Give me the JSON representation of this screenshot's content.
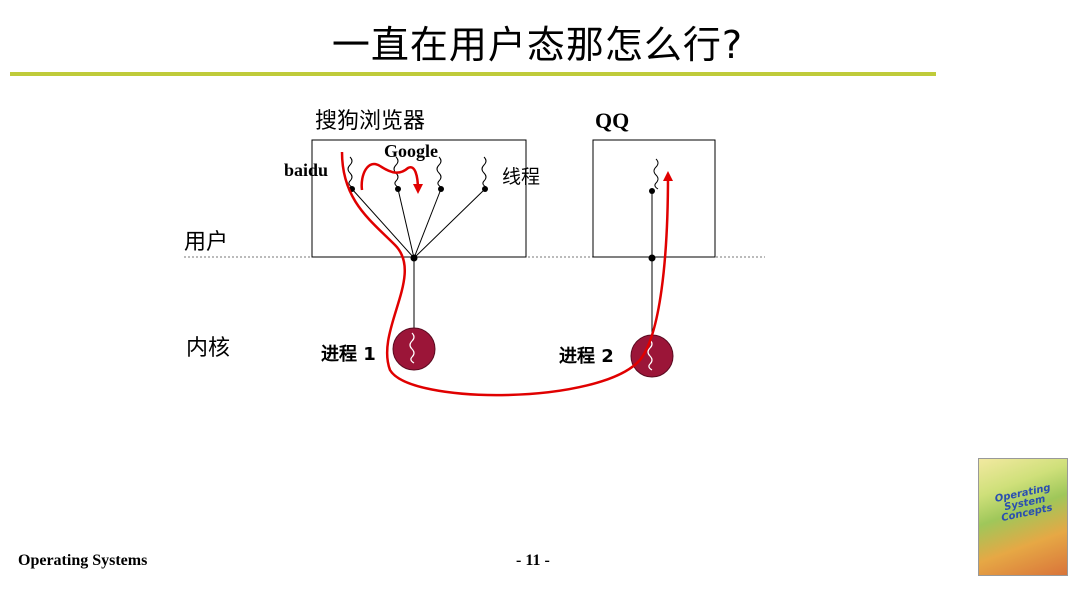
{
  "slide": {
    "title": "一直在用户态那怎么行?",
    "footer_left": "Operating Systems",
    "page_number": "- 11 -"
  },
  "diagram": {
    "browser_label": "搜狗浏览器",
    "qq_label": "QQ",
    "baidu_label": "baidu",
    "google_label": "Google",
    "thread_label": "线程",
    "user_mode_label": "用户",
    "kernel_label": "内核",
    "process1_label": "进程 1",
    "process2_label": "进程 2"
  },
  "book": {
    "title_lines": [
      "Operating",
      "System",
      "Concepts"
    ]
  },
  "colors": {
    "accent_rule": "#bfcb3a",
    "process_fill": "#9b1538",
    "arrow": "#e00000"
  }
}
